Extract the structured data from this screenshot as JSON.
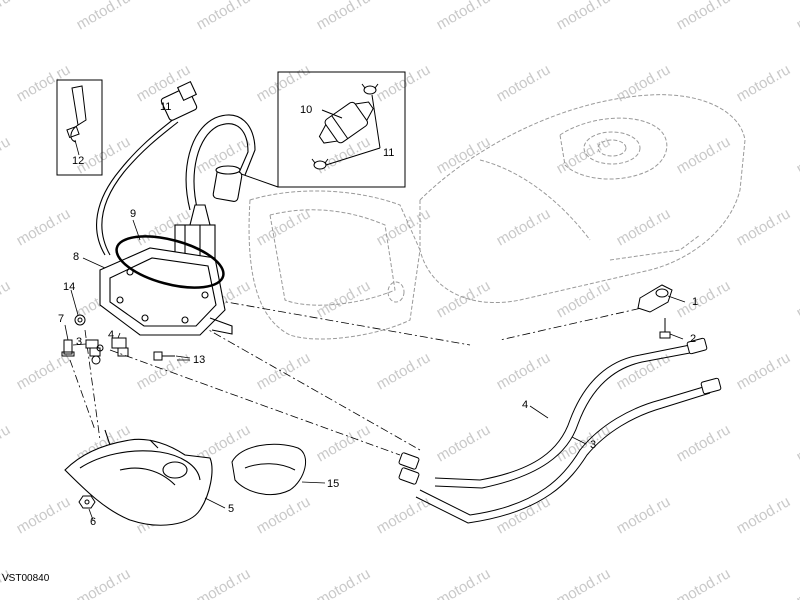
{
  "figure_code": "VST00840",
  "watermark_text": "motod.ru",
  "callouts": [
    "1",
    "2",
    "3",
    "4",
    "5",
    "6",
    "7",
    "8",
    "9",
    "10",
    "11",
    "12",
    "13",
    "14",
    "15",
    "3",
    "4",
    "11"
  ],
  "colors": {
    "line": "#000000",
    "ghost": "#9a9a9a",
    "watermark": "#c9c9c9"
  }
}
